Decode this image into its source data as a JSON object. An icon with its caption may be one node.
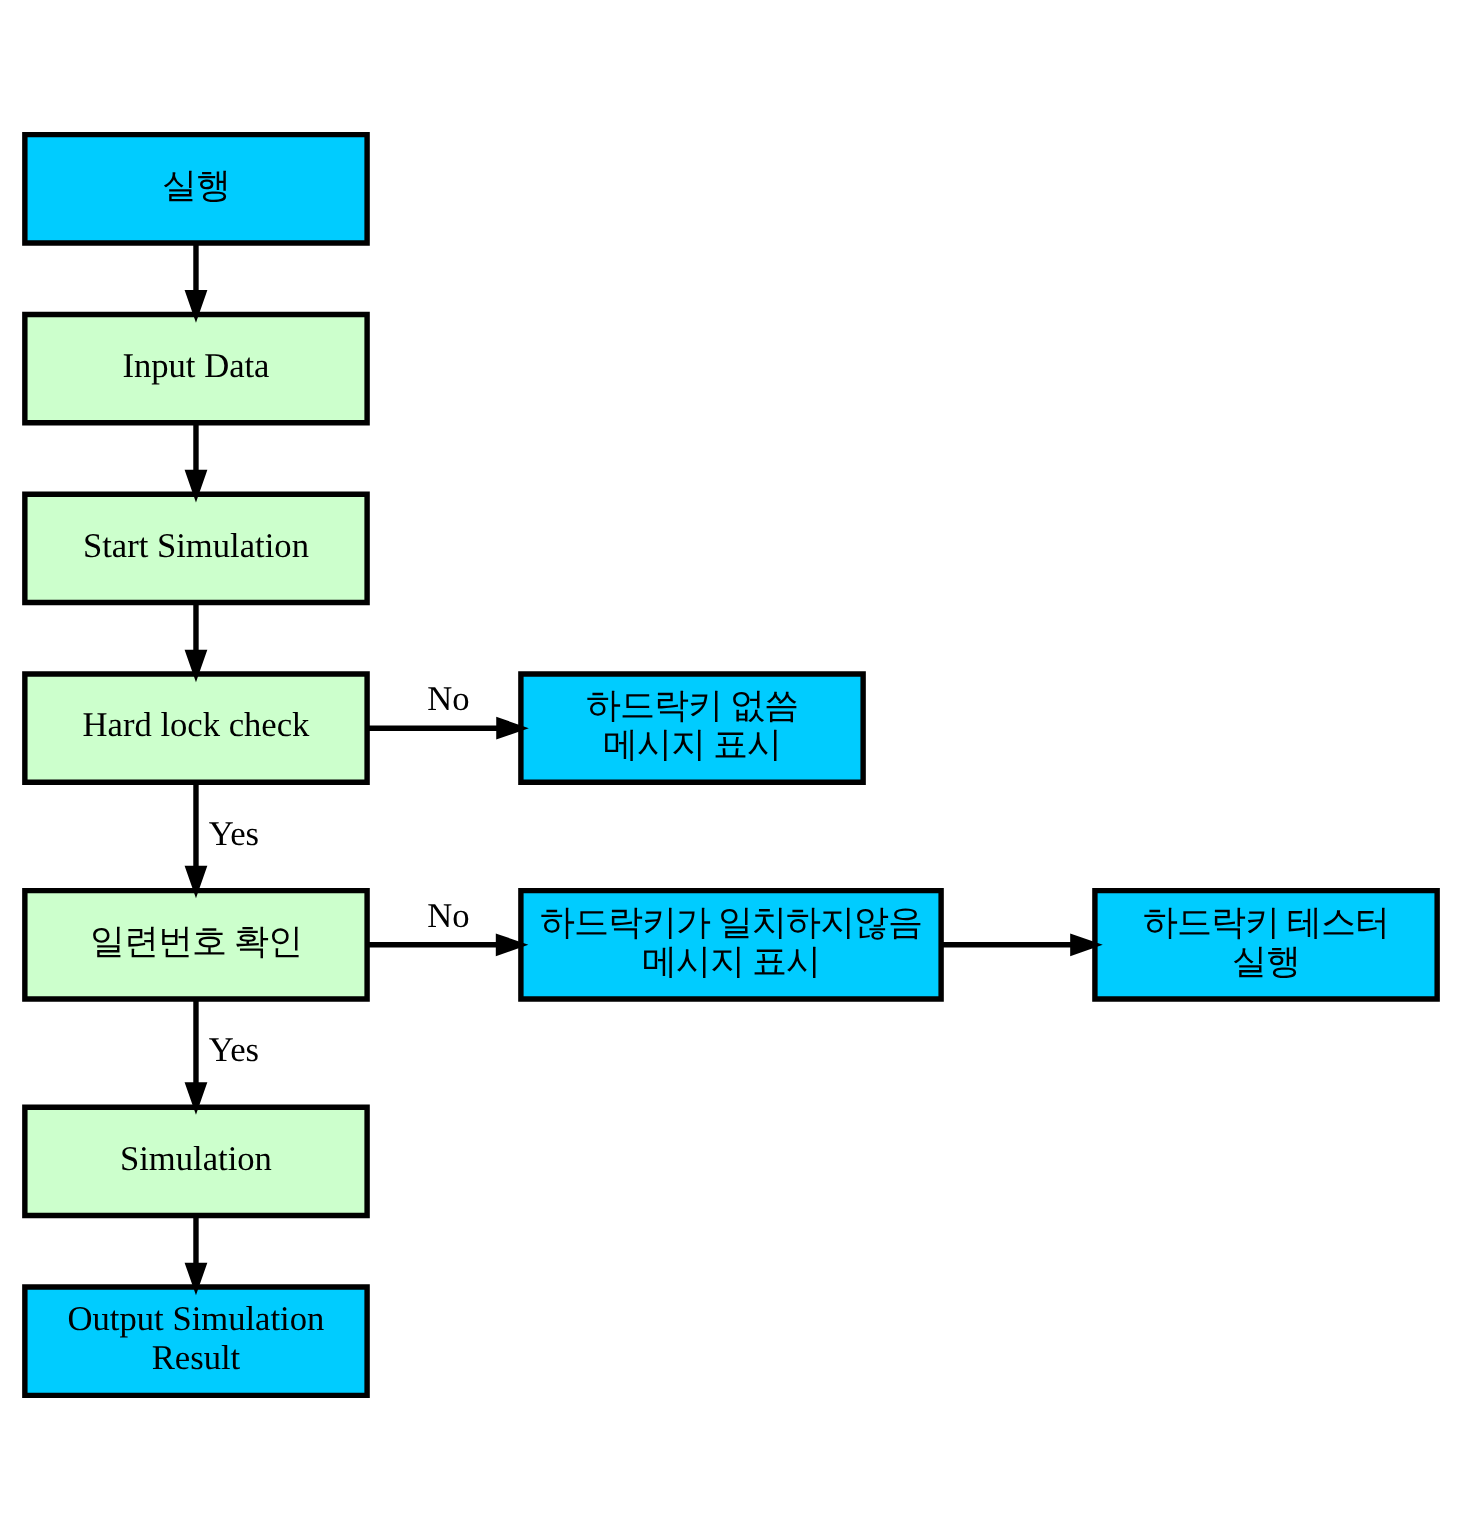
{
  "diagram": {
    "nodes": [
      {
        "text": [
          "실행"
        ]
      },
      {
        "text": [
          "Input Data"
        ]
      },
      {
        "text": [
          "Start Simulation"
        ]
      },
      {
        "text": [
          "Hard lock check"
        ]
      },
      {
        "text": [
          "하드락키 없씀 메시지 표시"
        ]
      },
      {
        "text": [
          "일련번호 확인"
        ]
      },
      {
        "text": [
          "하드락키가 일치하지않음 메시지 표시"
        ]
      },
      {
        "text": [
          "하드락키 테스터 실행"
        ]
      },
      {
        "text": [
          "Simulation"
        ]
      },
      {
        "text": [
          "Output Simulation Result"
        ]
      }
    ],
    "edges": [
      {
        "from": 0,
        "to": 1,
        "arrow": "to"
      },
      {
        "from": 1,
        "to": 2,
        "arrow": "to"
      },
      {
        "from": 2,
        "to": 3,
        "arrow": "to"
      },
      {
        "from": 3,
        "to": 4,
        "arrow": "to",
        "label": "No"
      },
      {
        "from": 3,
        "to": 5,
        "arrow": "to",
        "label": "Yes"
      },
      {
        "from": 5,
        "to": 6,
        "arrow": "to",
        "label": "No"
      },
      {
        "from": 6,
        "to": 7,
        "arrow": "to"
      },
      {
        "from": 5,
        "to": 8,
        "arrow": "to",
        "label": "Yes"
      },
      {
        "from": 8,
        "to": 9,
        "arrow": "to"
      }
    ]
  }
}
